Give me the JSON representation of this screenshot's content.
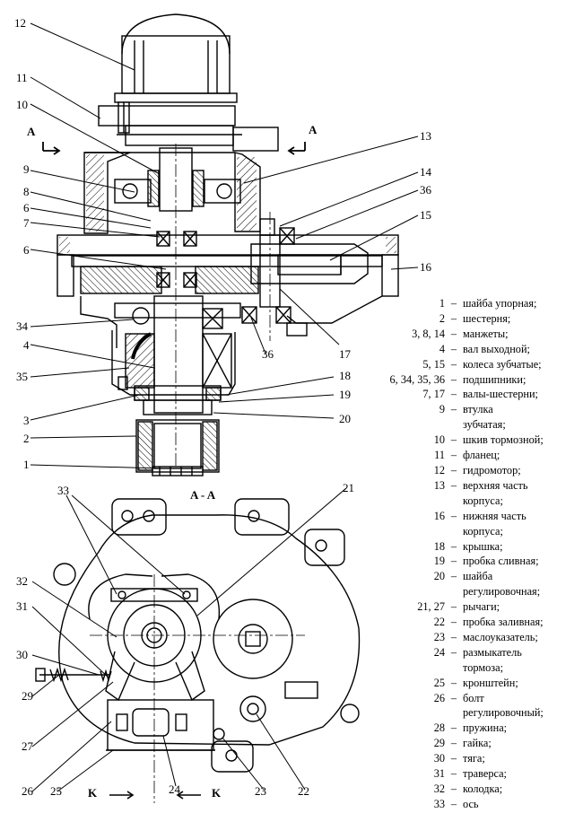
{
  "callouts_top": [
    {
      "id": "c12",
      "label": "12"
    },
    {
      "id": "c11",
      "label": "11"
    },
    {
      "id": "c10",
      "label": "10"
    },
    {
      "id": "c9",
      "label": "9"
    },
    {
      "id": "c8",
      "label": "8"
    },
    {
      "id": "c6a",
      "label": "6"
    },
    {
      "id": "c7",
      "label": "7"
    },
    {
      "id": "c6b",
      "label": "6"
    },
    {
      "id": "c34",
      "label": "34"
    },
    {
      "id": "c4",
      "label": "4"
    },
    {
      "id": "c35",
      "label": "35"
    },
    {
      "id": "c3",
      "label": "3"
    },
    {
      "id": "c2",
      "label": "2"
    },
    {
      "id": "c1",
      "label": "1"
    },
    {
      "id": "c13",
      "label": "13"
    },
    {
      "id": "c14",
      "label": "14"
    },
    {
      "id": "c36a",
      "label": "36"
    },
    {
      "id": "c15",
      "label": "15"
    },
    {
      "id": "c16",
      "label": "16"
    },
    {
      "id": "c36b",
      "label": "36"
    },
    {
      "id": "c17",
      "label": "17"
    },
    {
      "id": "c18",
      "label": "18"
    },
    {
      "id": "c19",
      "label": "19"
    },
    {
      "id": "c20",
      "label": "20"
    }
  ],
  "callouts_bottom": [
    {
      "id": "c33",
      "label": "33"
    },
    {
      "id": "c21",
      "label": "21"
    },
    {
      "id": "c32",
      "label": "32"
    },
    {
      "id": "c31",
      "label": "31"
    },
    {
      "id": "c30",
      "label": "30"
    },
    {
      "id": "c29",
      "label": "29"
    },
    {
      "id": "c27",
      "label": "27"
    },
    {
      "id": "c26",
      "label": "26"
    },
    {
      "id": "c25",
      "label": "25"
    },
    {
      "id": "c24",
      "label": "24"
    },
    {
      "id": "c23",
      "label": "23"
    },
    {
      "id": "c22",
      "label": "22"
    }
  ],
  "section_marks": {
    "a_left": "A",
    "a_right": "A",
    "section_title": "A - A",
    "k_left": "K",
    "k_right": "K"
  },
  "legend": [
    {
      "num": "1",
      "text": "шайба упорная;"
    },
    {
      "num": "2",
      "text": "шестерня;"
    },
    {
      "num": "3, 8, 14",
      "text": "манжеты;"
    },
    {
      "num": "4",
      "text": "вал выходной;"
    },
    {
      "num": "5, 15",
      "text": "колеса зубчатые;"
    },
    {
      "num": "6, 34, 35, 36",
      "text": "подшипники;"
    },
    {
      "num": "7, 17",
      "text": "валы-шестерни;"
    },
    {
      "num": "9",
      "text": "втулка"
    },
    {
      "num": "",
      "text": "зубчатая;"
    },
    {
      "num": "10",
      "text": "шкив тормозной;"
    },
    {
      "num": "11",
      "text": "фланец;"
    },
    {
      "num": "12",
      "text": "гидромотор;"
    },
    {
      "num": "13",
      "text": "верхняя часть"
    },
    {
      "num": "",
      "text": "корпуса;"
    },
    {
      "num": "16",
      "text": "нижняя часть"
    },
    {
      "num": "",
      "text": "корпуса;"
    },
    {
      "num": "18",
      "text": "крышка;"
    },
    {
      "num": "19",
      "text": "пробка сливная;"
    },
    {
      "num": "20",
      "text": "шайба"
    },
    {
      "num": "",
      "text": "регулировочная;"
    },
    {
      "num": "21, 27",
      "text": "рычаги;"
    },
    {
      "num": "22",
      "text": "пробка заливная;"
    },
    {
      "num": "23",
      "text": "маслоуказатель;"
    },
    {
      "num": "24",
      "text": "размыкатель"
    },
    {
      "num": "",
      "text": "тормоза;"
    },
    {
      "num": "25",
      "text": "кронштейн;"
    },
    {
      "num": "26",
      "text": "болт"
    },
    {
      "num": "",
      "text": "регулировочный;"
    },
    {
      "num": "28",
      "text": "пружина;"
    },
    {
      "num": "29",
      "text": "гайка;"
    },
    {
      "num": "30",
      "text": "тяга;"
    },
    {
      "num": "31",
      "text": "траверса;"
    },
    {
      "num": "32",
      "text": "колодка;"
    },
    {
      "num": "33",
      "text": "ось"
    }
  ]
}
